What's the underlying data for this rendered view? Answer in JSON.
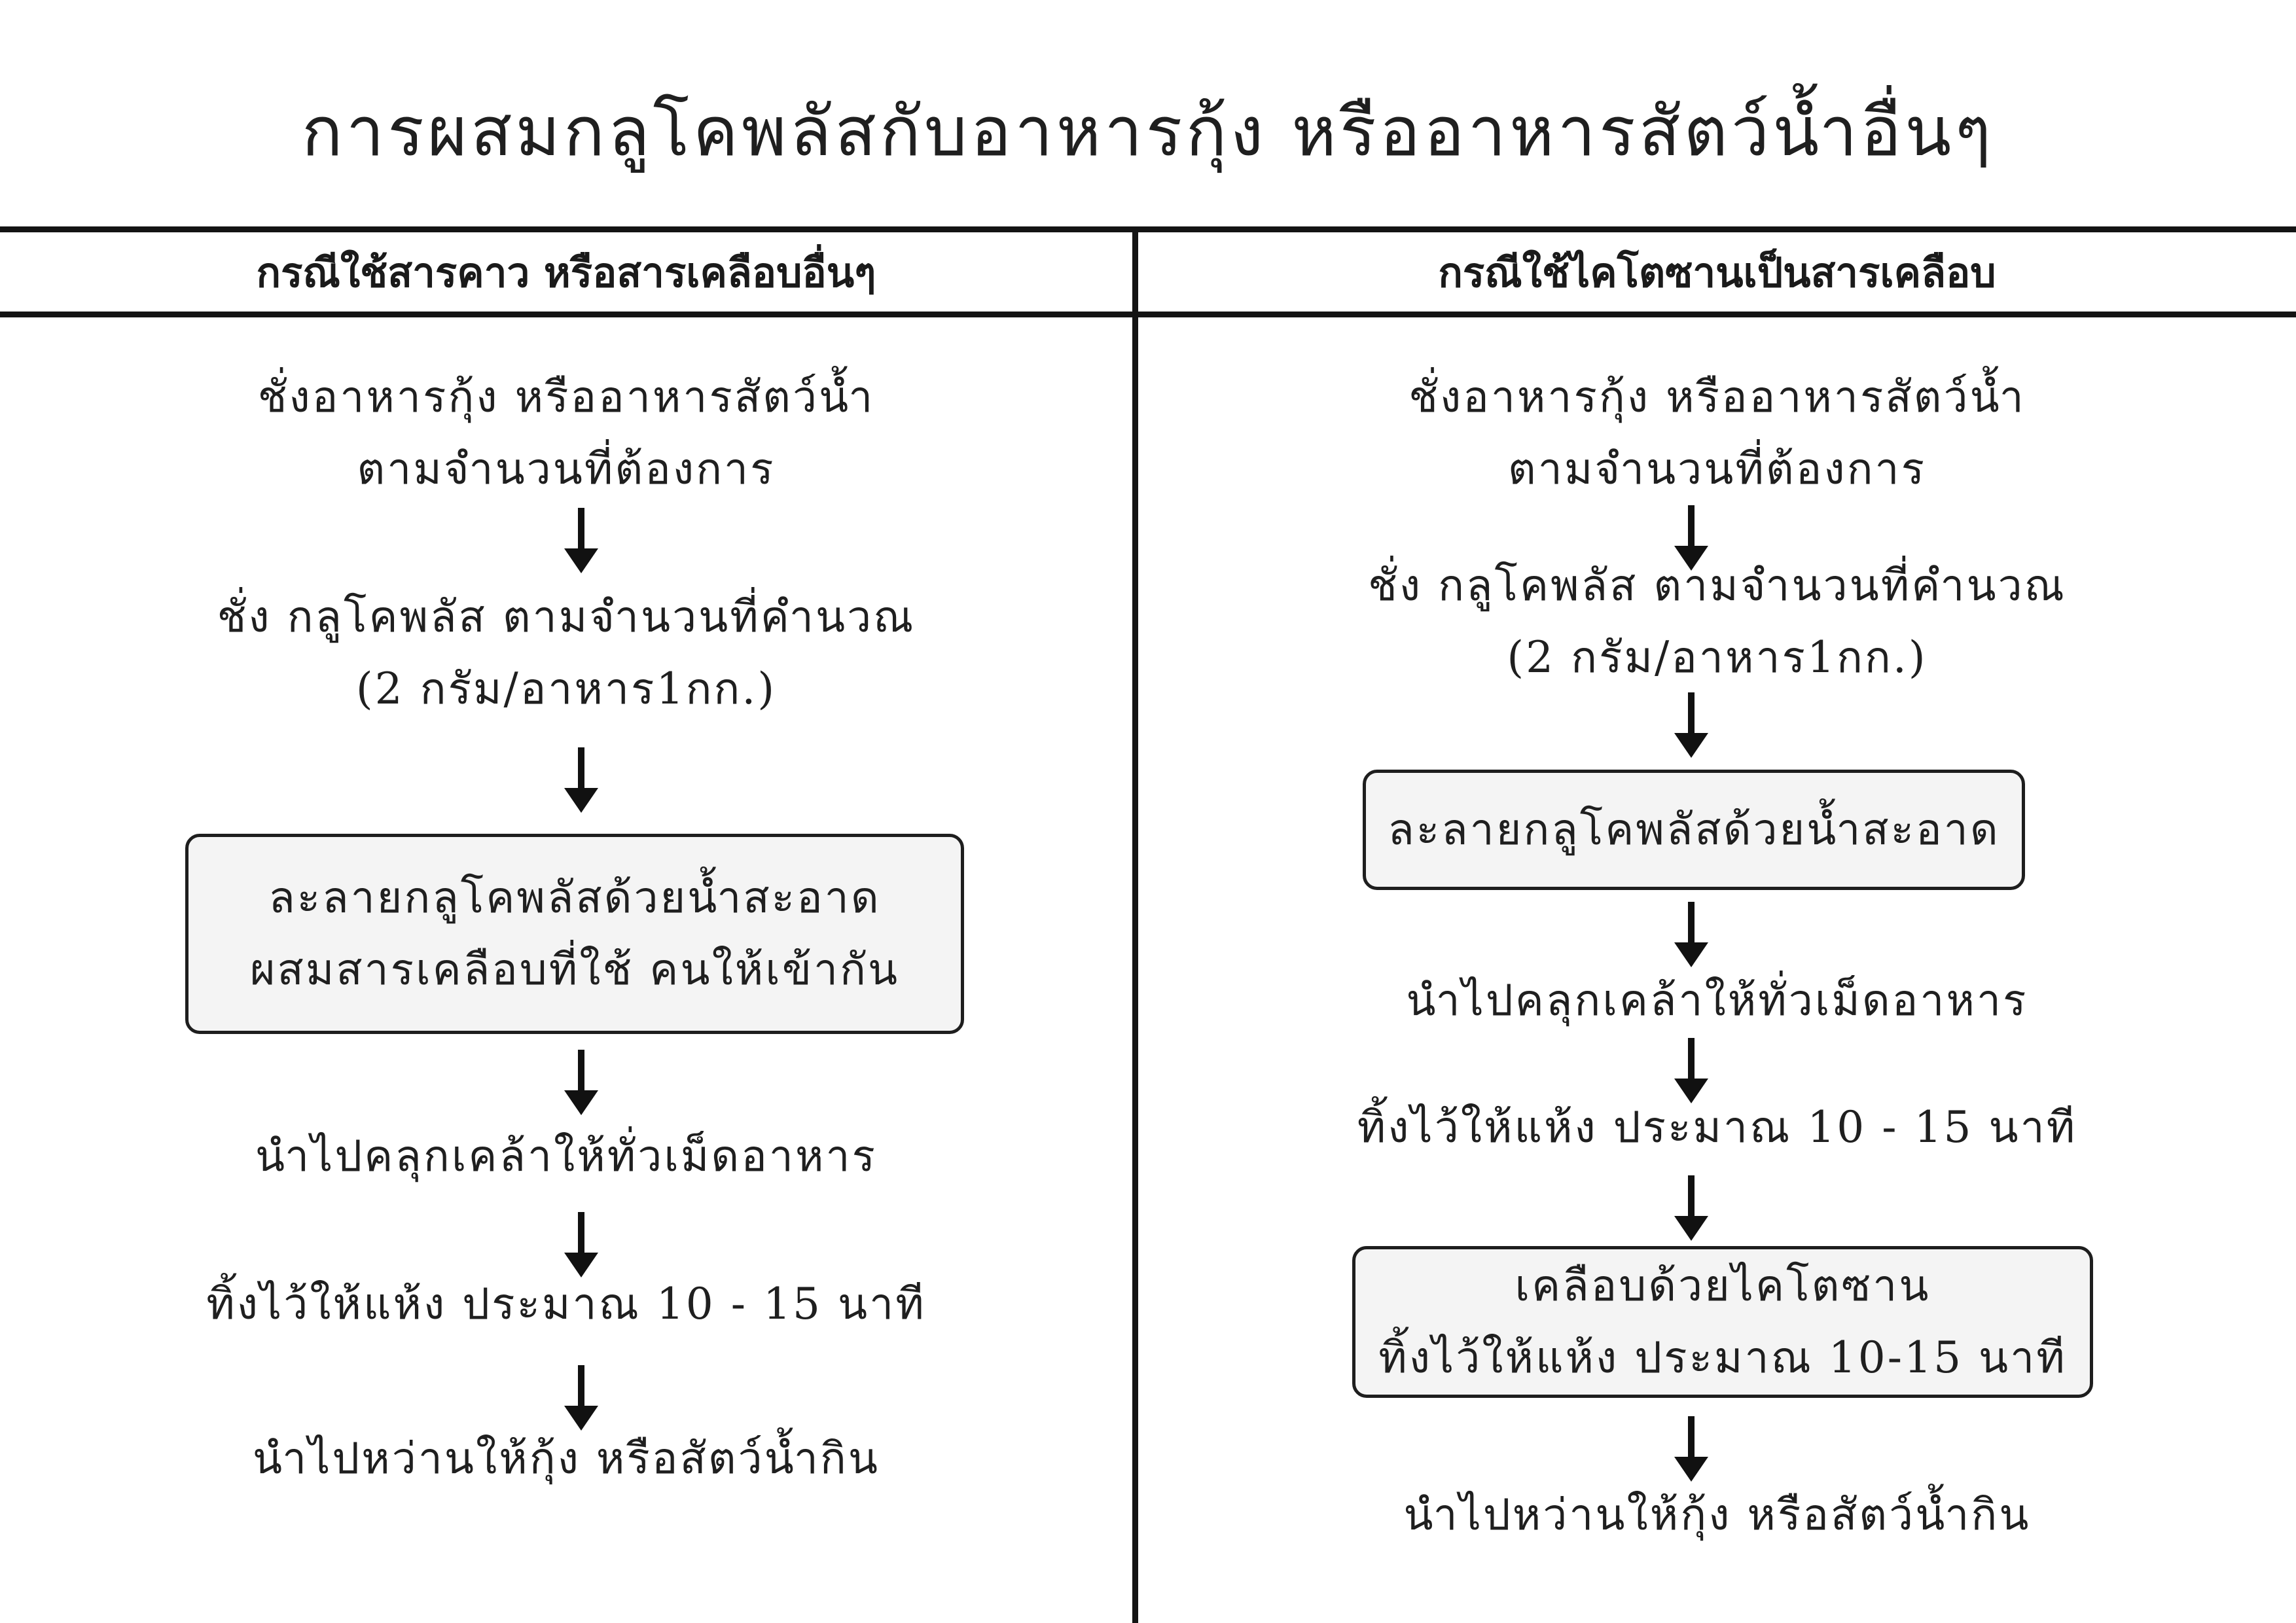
{
  "title": "การผสมกลูโคพลัสกับอาหารกุ้ง หรืออาหารสัตว์น้ำอื่นๆ",
  "columns": [
    {
      "header": "กรณีใช้สารคาว หรือสารเคลือบอื่นๆ",
      "steps": [
        {
          "boxed": false,
          "lines": [
            "ชั่งอาหารกุ้ง หรืออาหารสัตว์น้ำ",
            "ตามจำนวนที่ต้องการ"
          ]
        },
        {
          "boxed": false,
          "lines": [
            "ชั่ง กลูโคพลัส ตามจำนวนที่คำนวณ",
            "(2 กรัม/อาหาร1กก.)"
          ]
        },
        {
          "boxed": true,
          "lines": [
            "ละลายกลูโคพลัสด้วยน้ำสะอาด",
            "ผสมสารเคลือบที่ใช้ คนให้เข้ากัน"
          ]
        },
        {
          "boxed": false,
          "lines": [
            "นำไปคลุกเคล้าให้ทั่วเม็ดอาหาร"
          ]
        },
        {
          "boxed": false,
          "lines": [
            "ทิ้งไว้ให้แห้ง ประมาณ 10 - 15 นาที"
          ]
        },
        {
          "boxed": false,
          "lines": [
            "นำไปหว่านให้กุ้ง หรือสัตว์น้ำกิน"
          ]
        }
      ]
    },
    {
      "header": "กรณีใช้ไคโตซานเป็นสารเคลือบ",
      "steps": [
        {
          "boxed": false,
          "lines": [
            "ชั่งอาหารกุ้ง หรืออาหารสัตว์น้ำ",
            "ตามจำนวนที่ต้องการ"
          ]
        },
        {
          "boxed": false,
          "lines": [
            "ชั่ง กลูโคพลัส ตามจำนวนที่คำนวณ",
            "(2 กรัม/อาหาร1กก.)"
          ]
        },
        {
          "boxed": true,
          "lines": [
            "ละลายกลูโคพลัสด้วยน้ำสะอาด"
          ]
        },
        {
          "boxed": false,
          "lines": [
            "นำไปคลุกเคล้าให้ทั่วเม็ดอาหาร"
          ]
        },
        {
          "boxed": false,
          "lines": [
            "ทิ้งไว้ให้แห้ง ประมาณ 10 - 15 นาที"
          ]
        },
        {
          "boxed": true,
          "lines": [
            "เคลือบด้วยไคโตซาน",
            "ทิ้งไว้ให้แห้ง ประมาณ 10-15 นาที"
          ]
        },
        {
          "boxed": false,
          "lines": [
            "นำไปหว่านให้กุ้ง หรือสัตว์น้ำกิน"
          ]
        }
      ]
    }
  ]
}
